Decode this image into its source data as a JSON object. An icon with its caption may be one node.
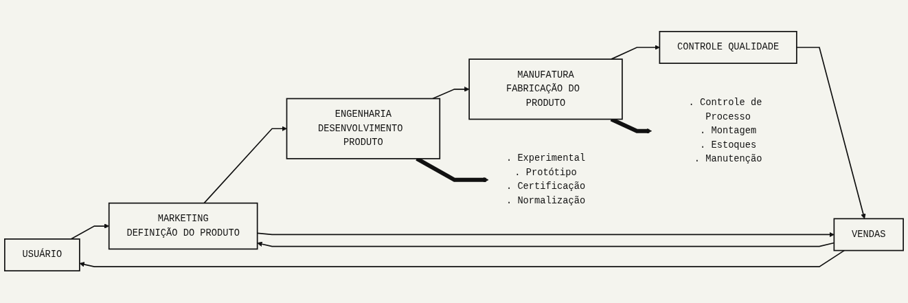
{
  "diagram": {
    "nodes": [
      {
        "text": [
          "USUÁRIO"
        ]
      },
      {
        "text": [
          "MARKETING",
          "DEFINIÇÃO DO PRODUTO"
        ]
      },
      {
        "text": [
          "ENGENHARIA",
          "DESENVOLVIMENTO PRODUTO"
        ]
      },
      {
        "text": [
          "MANUFATURA",
          "FABRICAÇÃO DO PRODUTO"
        ]
      },
      {
        "text": [
          "CONTROLE QUALIDADE"
        ]
      },
      {
        "text": [
          "VENDAS"
        ]
      },
      {
        "text": [
          ". Experimental",
          ". Protótipo",
          ". Certificação",
          ". Normalização"
        ]
      },
      {
        "text": [
          ". Controle de Processo",
          ". Montagem",
          ". Estoques",
          ". Manutenção"
        ]
      }
    ],
    "edges": [
      {
        "from": 0,
        "to": 1,
        "arrow": "to"
      },
      {
        "from": 1,
        "to": 2,
        "arrow": "to"
      },
      {
        "from": 2,
        "to": 3,
        "arrow": "to"
      },
      {
        "from": 3,
        "to": 4,
        "arrow": "to"
      },
      {
        "from": 4,
        "to": 5,
        "arrow": "to"
      },
      {
        "from": 5,
        "to": 0,
        "arrow": "to"
      },
      {
        "from": 5,
        "to": 1,
        "arrow": "to"
      },
      {
        "from": 1,
        "to": 5,
        "arrow": "to"
      },
      {
        "from": 2,
        "to": 6,
        "arrow": "to",
        "style": "thick"
      },
      {
        "from": 3,
        "to": 7,
        "arrow": "to",
        "style": "thick"
      }
    ]
  }
}
